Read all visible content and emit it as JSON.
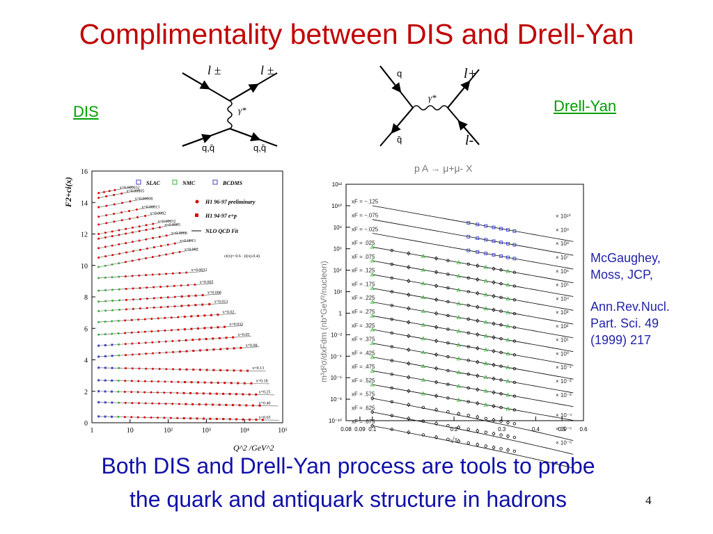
{
  "slide": {
    "title": "Complimentality between DIS and Drell-Yan",
    "dis_label": "DIS",
    "dy_label": "Drell-Yan",
    "ref_line1": "McGaughey,",
    "ref_line2": "Moss, JCP,",
    "ref_line3": "Ann.Rev.Nucl.",
    "ref_line4": "Part. Sci. 49",
    "ref_line5": "(1999) 217",
    "bottom_line1": "Both DIS and Drell-Yan process are tools to probe",
    "bottom_line2": "the quark and antiquark structure in hadrons",
    "page_number": "4"
  },
  "dis_diagram": {
    "top_left": "l ±",
    "top_right": "l ±",
    "boson": "γ*",
    "bottom_left": "q,q̄",
    "bottom_right": "q,q̄"
  },
  "dy_diagram": {
    "q": "q",
    "qbar": "q̄",
    "boson": "γ*",
    "l_plus": "l+",
    "l_minus": "l-"
  },
  "chart_data": [
    {
      "type": "scatter",
      "panel": "H1 F2 structure function",
      "ylabel": "F2+ci(x)",
      "xlabel": "Q^2 /GeV^2",
      "xscale": "log",
      "xlim": [
        1,
        100000
      ],
      "ylim": [
        0,
        16
      ],
      "x_ticks": [
        "1",
        "10",
        "10²",
        "10³",
        "10⁴",
        "10⁵"
      ],
      "y_ticks": [
        "0",
        "2",
        "4",
        "6",
        "8",
        "10",
        "12",
        "14",
        "16"
      ],
      "legend": [
        "SLAC",
        "NMC",
        "BCDMS",
        "H1 96-97 preliminary",
        "H1 94-97 e+p",
        "NLO QCD Fit"
      ],
      "legend_colors": [
        "#4040c0",
        "#30b030",
        "#4040c0",
        "#e00000",
        "#e00000",
        "#000000"
      ],
      "offset_note": "ci(x)= 0.6 · (i(x)-0.4)",
      "bins": [
        {
          "x": "x=0.000032",
          "offset": 14.9,
          "q2_range": [
            1.5,
            4
          ]
        },
        {
          "x": "x=0.00005",
          "offset": 14.6,
          "q2_range": [
            1.5,
            6
          ]
        },
        {
          "x": "x=0.00008",
          "offset": 14.0,
          "q2_range": [
            1.5,
            10
          ]
        },
        {
          "x": "x=0.00013",
          "offset": 13.4,
          "q2_range": [
            1.5,
            15
          ]
        },
        {
          "x": "x=0.0002",
          "offset": 12.9,
          "q2_range": [
            1.5,
            25
          ]
        },
        {
          "x": "x=0.00032",
          "offset": 12.3,
          "q2_range": [
            1.5,
            40
          ]
        },
        {
          "x": "x=0.0005",
          "offset": 11.7,
          "q2_range": [
            1.5,
            60
          ]
        },
        {
          "x": "x=0.0008",
          "offset": 11.1,
          "q2_range": [
            1.5,
            90
          ]
        },
        {
          "x": "x=0.0013",
          "offset": 10.5,
          "q2_range": [
            1.5,
            150
          ]
        },
        {
          "x": "x=0.002",
          "offset": 9.9,
          "q2_range": [
            1.5,
            200
          ]
        },
        {
          "x": "x=0.0032",
          "offset": 9.2,
          "q2_range": [
            1.5,
            300
          ]
        },
        {
          "x": "x=0.005",
          "offset": 8.4,
          "q2_range": [
            1.5,
            500
          ]
        },
        {
          "x": "x=0.008",
          "offset": 7.7,
          "q2_range": [
            1.5,
            800
          ]
        },
        {
          "x": "x=0.013",
          "offset": 7.1,
          "q2_range": [
            1.5,
            1200
          ]
        },
        {
          "x": "x=0.02",
          "offset": 6.4,
          "q2_range": [
            1.5,
            2000
          ]
        },
        {
          "x": "x=0.032",
          "offset": 5.6,
          "q2_range": [
            1.5,
            3000
          ]
        },
        {
          "x": "x=0.05",
          "offset": 4.9,
          "q2_range": [
            1.5,
            5000
          ]
        },
        {
          "x": "x=0.08",
          "offset": 4.2,
          "q2_range": [
            1.5,
            8000
          ]
        },
        {
          "x": "x=0.13",
          "offset": 3.5,
          "q2_range": [
            1.5,
            12000
          ]
        },
        {
          "x": "x=0.18",
          "offset": 2.7,
          "q2_range": [
            1.5,
            15000
          ]
        },
        {
          "x": "x=0.25",
          "offset": 2.0,
          "q2_range": [
            1.5,
            20000
          ]
        },
        {
          "x": "x=0.40",
          "offset": 1.3,
          "q2_range": [
            1.5,
            25000
          ]
        },
        {
          "x": "x=0.65",
          "offset": 0.4,
          "q2_range": [
            1.5,
            30000
          ]
        }
      ]
    },
    {
      "type": "scatter",
      "panel": "Drell-Yan cross section",
      "title": "p A → μ+μ- X",
      "ylabel": "m³d²σ/dxFdm (nb*GeV²/nucleon)",
      "xlabel": "√τ",
      "xscale": "log",
      "yscale": "log",
      "xlim": [
        0.08,
        0.6
      ],
      "ylim": [
        1e-10,
        1000000000000.0
      ],
      "x_ticks": [
        "0.08",
        "0.09",
        "0.1",
        "0.2",
        "0.3",
        "0.4",
        "0.5",
        "0.6"
      ],
      "y_ticks": [
        "10¹²",
        "10¹⁰",
        "10⁸",
        "10⁶",
        "10⁴",
        "10²",
        "1",
        "10⁻²",
        "10⁻⁴",
        "10⁻⁶",
        "10⁻⁸",
        "10⁻¹⁰"
      ],
      "xf_bins": [
        "xF = −.125",
        "xF = −.075",
        "xF = −.025",
        "xF = .025",
        "xF = .075",
        "xF = .125",
        "xF = .175",
        "xF = .225",
        "xF = .275",
        "xF = .325",
        "xF = .375",
        "xF = .425",
        "xF = .475",
        "xF = .525",
        "xF = .575",
        "xF = .625",
        "xF = .675"
      ],
      "scale_factors": [
        "× 10¹⁰",
        "× 10⁹",
        "× 10⁸",
        "× 10⁷",
        "× 10⁶",
        "× 10⁵",
        "× 10⁴",
        "× 10³",
        "× 10²",
        "× 10¹",
        "× 10⁰",
        "× 10⁻¹",
        "× 10⁻²",
        "× 10⁻³",
        "× 10⁻⁴",
        "× 10⁻⁵",
        "× 10⁻⁶"
      ],
      "series": [
        {
          "marker": "open circle",
          "color": "#000000"
        },
        {
          "marker": "open square",
          "color": "#2030d0"
        },
        {
          "marker": "open triangle",
          "color": "#30c030"
        },
        {
          "marker": "open diamond",
          "color": "#000000"
        }
      ]
    }
  ]
}
